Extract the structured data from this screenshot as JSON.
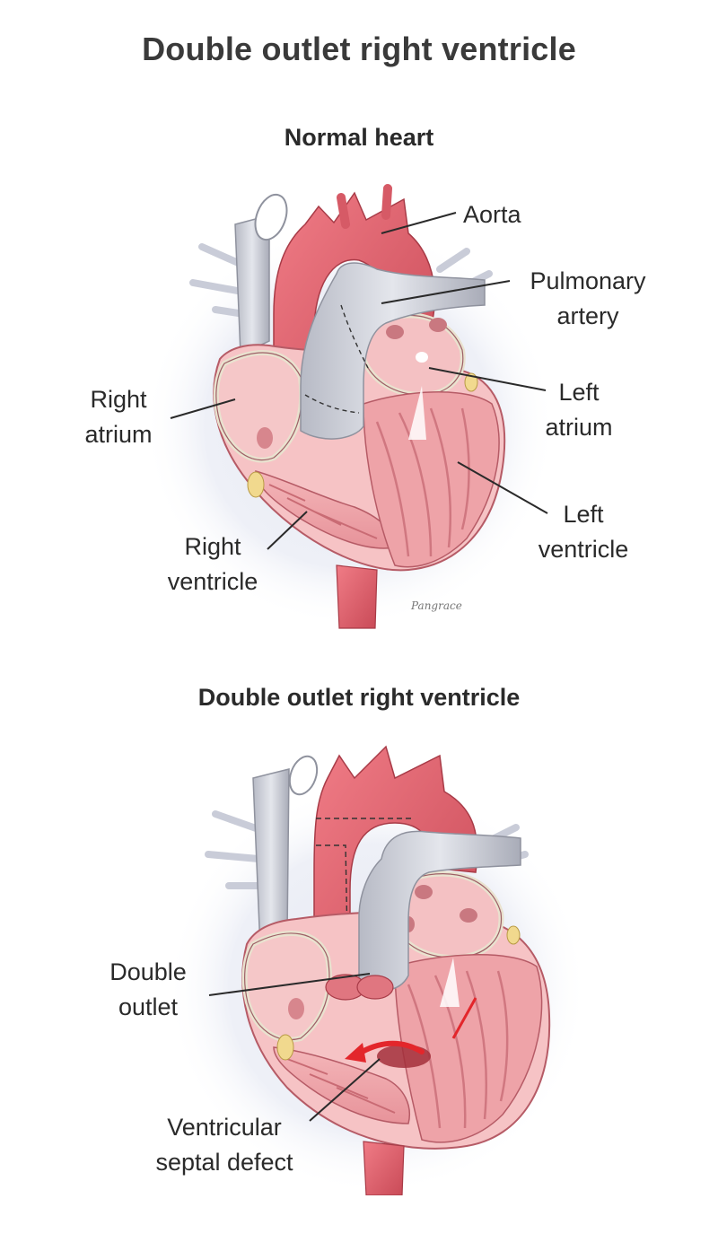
{
  "title": "Double outlet right ventricle",
  "normal": {
    "heading": "Normal heart",
    "labels": {
      "aorta": "Aorta",
      "pulmonary_artery": "Pulmonary\nartery",
      "right_atrium": "Right\natrium",
      "left_atrium": "Left\natrium",
      "left_ventricle": "Left\nventricle",
      "right_ventricle": "Right\nventricle"
    },
    "signature": "Pangrace"
  },
  "dorv": {
    "heading": "Double outlet right ventricle",
    "labels": {
      "double_outlet": "Double\noutlet",
      "vsd": "Ventricular\nseptal defect"
    }
  },
  "colors": {
    "vessel_red": "#e0626e",
    "chamber_pink": "#f2a7ac",
    "vein_gray": "#c7cad3",
    "halo": "#dfe3f0",
    "arrow": "#e3262b"
  }
}
